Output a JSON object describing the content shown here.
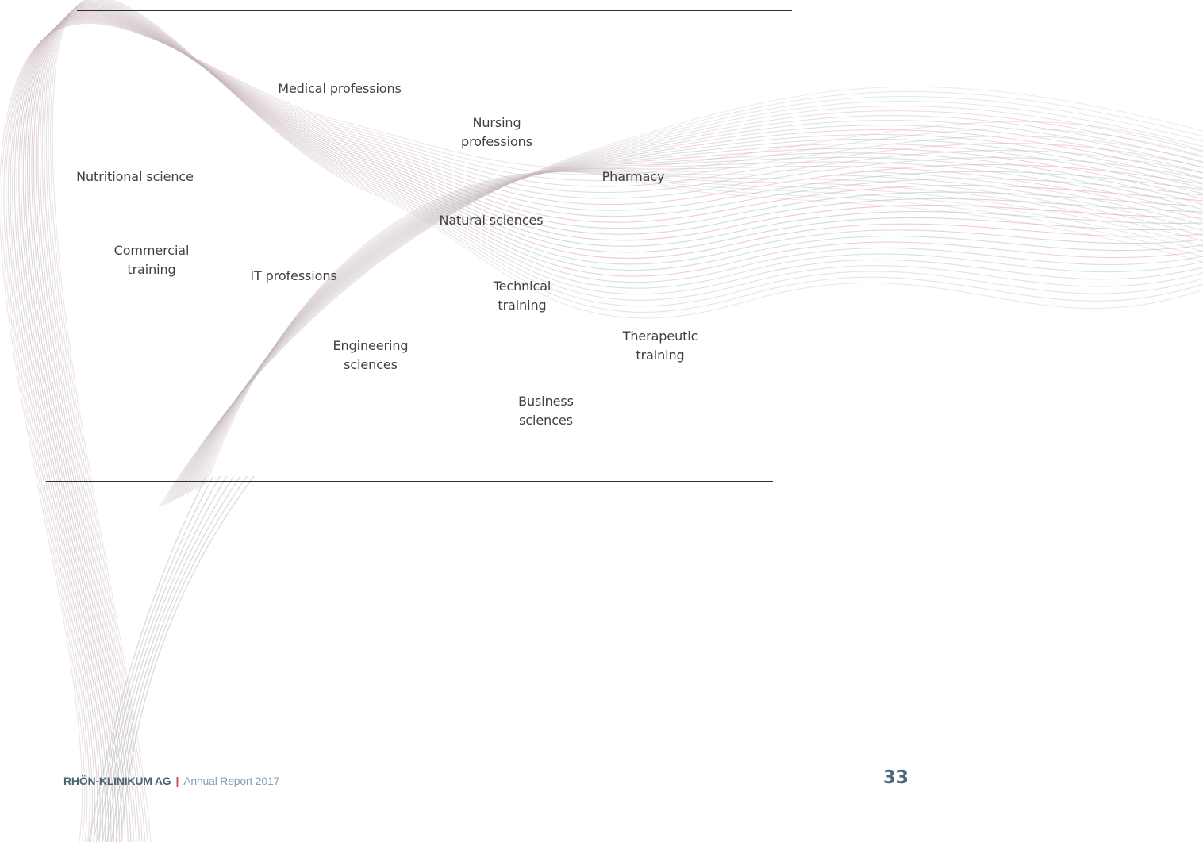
{
  "labels": [
    {
      "key": "medical",
      "text": "Medical professions"
    },
    {
      "key": "nursing",
      "text": "Nursing\nprofessions"
    },
    {
      "key": "nutritional",
      "text": "Nutritional science"
    },
    {
      "key": "pharmacy",
      "text": "Pharmacy"
    },
    {
      "key": "natural",
      "text": "Natural sciences"
    },
    {
      "key": "commercial",
      "text": "Commercial\ntraining"
    },
    {
      "key": "it",
      "text": "IT professions"
    },
    {
      "key": "technical",
      "text": "Technical\ntraining"
    },
    {
      "key": "engineering",
      "text": "Engineering\nsciences"
    },
    {
      "key": "therapeutic",
      "text": "Therapeutic\ntraining"
    },
    {
      "key": "business",
      "text": "Business\nsciences"
    }
  ],
  "footer": {
    "company": "RHÖN-KLINIKUM AG",
    "separator": "|",
    "report": "Annual Report 2017",
    "page_number": "33"
  },
  "colors": {
    "wave_grey": "#b9bec3",
    "wave_red": "#e6a5ab",
    "company": "#4a6374",
    "separator": "#d4404a",
    "report": "#7fa1b2",
    "page_number": "#506878"
  }
}
